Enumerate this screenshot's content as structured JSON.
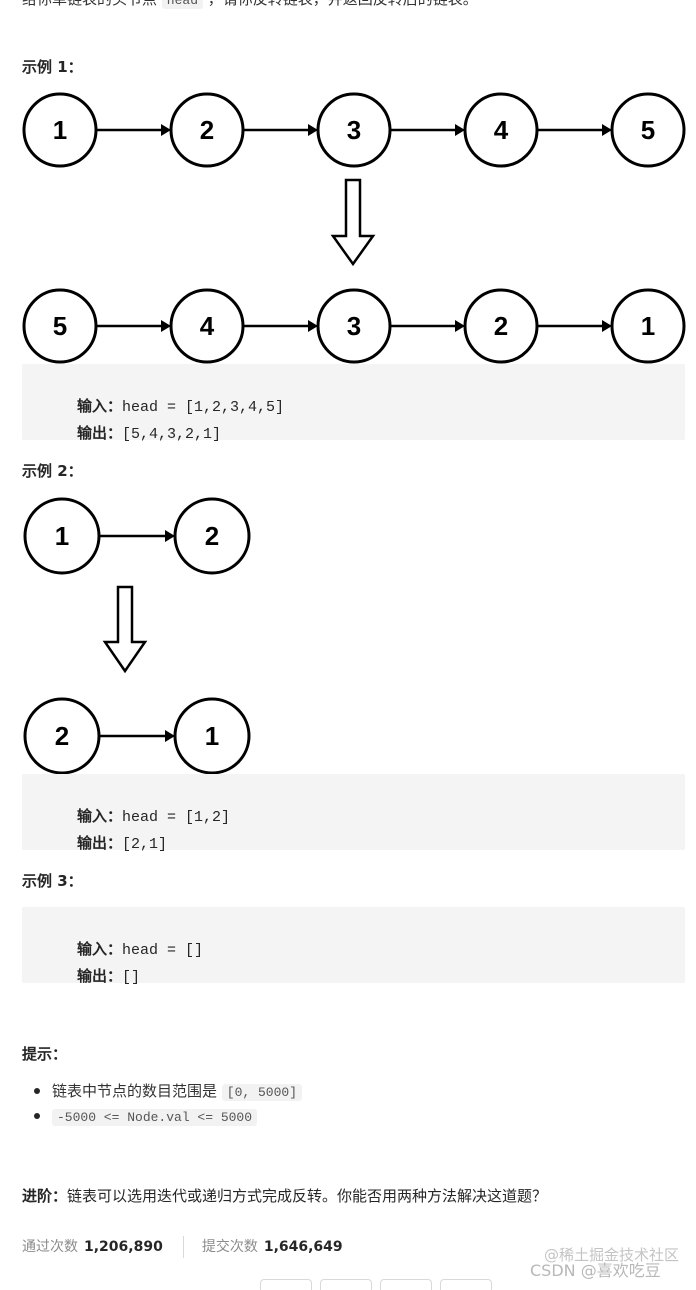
{
  "intro": {
    "prefix": "给你单链表的头节点",
    "code": "head",
    "suffix": "，请你反转链表，并返回反转后的链表。"
  },
  "examples": [
    {
      "title": "示例 1：",
      "before": [
        "1",
        "2",
        "3",
        "4",
        "5"
      ],
      "after": [
        "5",
        "4",
        "3",
        "2",
        "1"
      ],
      "input_label": "输入：",
      "input_value": "head = [1,2,3,4,5]",
      "output_label": "输出：",
      "output_value": "[5,4,3,2,1]"
    },
    {
      "title": "示例 2：",
      "before": [
        "1",
        "2"
      ],
      "after": [
        "2",
        "1"
      ],
      "input_label": "输入：",
      "input_value": "head = [1,2]",
      "output_label": "输出：",
      "output_value": "[2,1]"
    },
    {
      "title": "示例 3：",
      "input_label": "输入：",
      "input_value": "head = []",
      "output_label": "输出：",
      "output_value": "[]"
    }
  ],
  "hints": {
    "title": "提示：",
    "items": [
      {
        "text": "链表中节点的数目范围是",
        "code": "[0, 5000]"
      },
      {
        "text": "",
        "code": "-5000 <= Node.val <= 5000"
      }
    ]
  },
  "advance": {
    "label": "进阶：",
    "text": "链表可以选用迭代或递归方式完成反转。你能否用两种方法解决这道题？"
  },
  "stats": {
    "accepted_label": "通过次数",
    "accepted_value": "1,206,890",
    "submitted_label": "提交次数",
    "submitted_value": "1,646,649"
  },
  "watermark": {
    "line1": "@稀土掘金技术社区",
    "line2": "CSDN @喜欢吃豆"
  }
}
